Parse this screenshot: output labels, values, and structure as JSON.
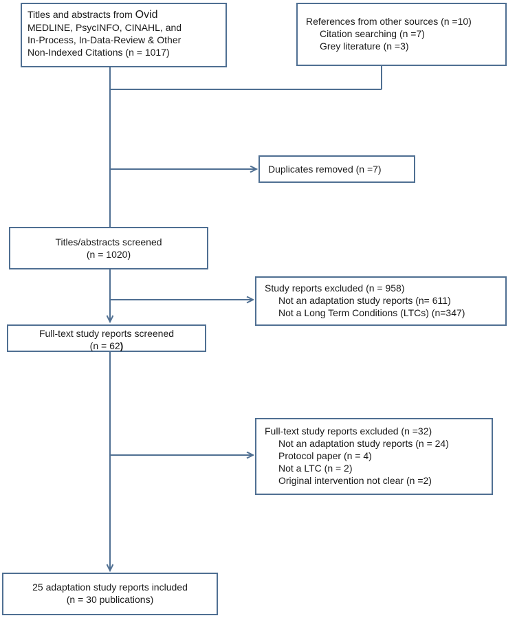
{
  "boxes": {
    "ovid": {
      "title_lead": "Titles and abstracts from ",
      "title_ovid": "Ovid",
      "lines": [
        "MEDLINE, PsycINFO, CINAHL, and",
        "In-Process, In-Data-Review & Other",
        "Non-Indexed Citations (n = 1017)"
      ]
    },
    "other_sources": {
      "title": "References from other sources (n =10)",
      "items": [
        "Citation searching (n =7)",
        "Grey literature (n =3)"
      ]
    },
    "duplicates": {
      "title": "Duplicates removed (n =7)"
    },
    "screened": {
      "lines": [
        "Titles/abstracts screened",
        "(n = 1020)"
      ]
    },
    "excluded_1": {
      "title": "Study reports excluded (n = 958)",
      "items": [
        "Not an adaptation study reports (n= 611)",
        "Not a Long Term Conditions (LTCs)  (n=347)"
      ]
    },
    "fulltext": {
      "line1": "Full-text study reports screened",
      "line2_value": "(n = 62",
      "line2_close": ")"
    },
    "excluded_2": {
      "title": "Full-text study reports excluded (n =32)",
      "items": [
        "Not an adaptation study reports (n = 24)",
        "Protocol paper (n = 4)",
        "Not a LTC (n = 2)",
        "Original intervention not clear (n =2)"
      ]
    },
    "included": {
      "lines": [
        "25 adaptation study reports included",
        "(n = 30 publications)"
      ]
    }
  },
  "colors": {
    "stroke": "#4f6f92",
    "text": "#1a1a1a"
  }
}
